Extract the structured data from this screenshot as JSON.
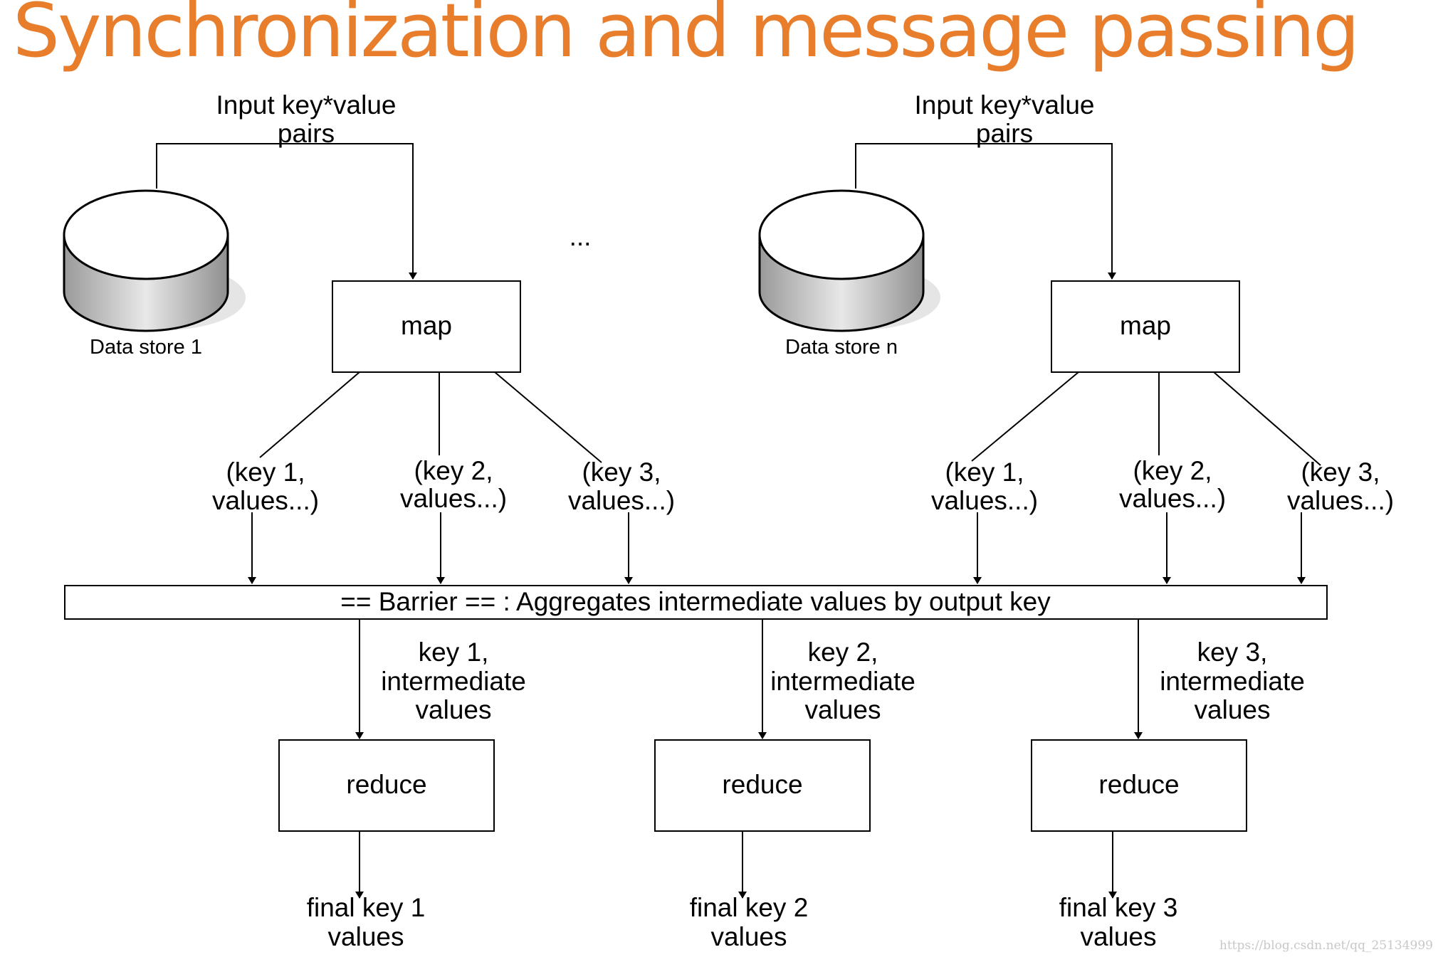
{
  "title": "Synchronization and message passing",
  "inputs": [
    {
      "line1": "Input key*value",
      "line2": "pairs"
    },
    {
      "line1": "Input key*value",
      "line2": "pairs"
    }
  ],
  "ellipsis": "...",
  "stores": [
    "Data store 1",
    "Data store n"
  ],
  "map_label": "map",
  "pairs": [
    {
      "l1": "(key 1,",
      "l2": "values...)"
    },
    {
      "l1": "(key 2,",
      "l2": "values...)"
    },
    {
      "l1": "(key 3,",
      "l2": "values...)"
    }
  ],
  "barrier": "== Barrier ==  : Aggregates intermediate values by output key",
  "intermediate": [
    {
      "l1": "key 1,",
      "l2": "intermediate",
      "l3": "values"
    },
    {
      "l1": "key 2,",
      "l2": "intermediate",
      "l3": "values"
    },
    {
      "l1": "key 3,",
      "l2": "intermediate",
      "l3": "values"
    }
  ],
  "reduce_label": "reduce",
  "finals": [
    {
      "l1": "final key 1",
      "l2": "values"
    },
    {
      "l1": "final key 2",
      "l2": "values"
    },
    {
      "l1": "final key 3",
      "l2": "values"
    }
  ],
  "watermark": "https://blog.csdn.net/qq_25134999",
  "colors": {
    "title": "#e87e2c",
    "stroke": "#000000",
    "cylinder_light": "#ffffff",
    "cylinder_dark": "#a9a9a9"
  }
}
